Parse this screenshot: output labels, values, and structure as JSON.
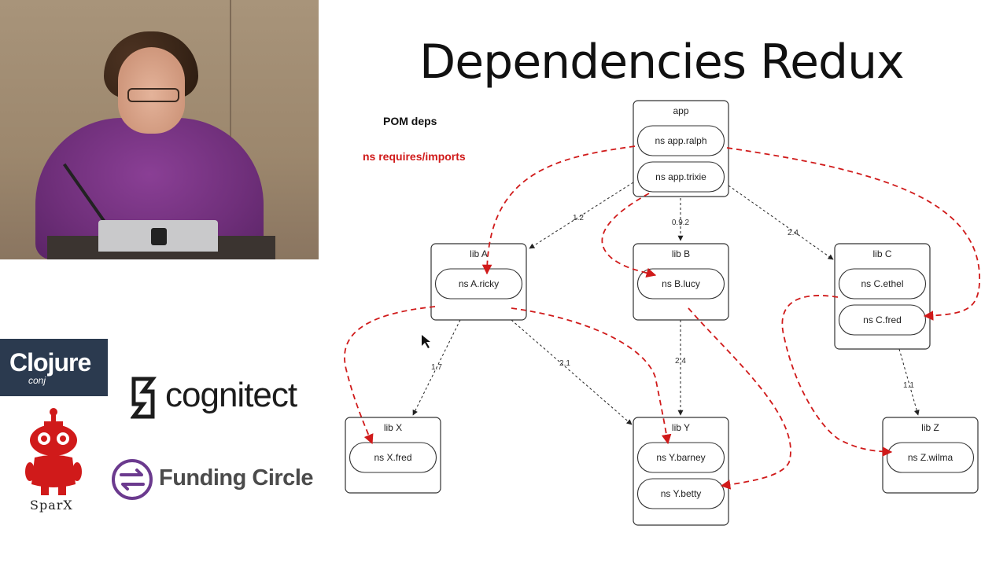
{
  "video": {
    "description_icon": "speaker-video-icon"
  },
  "sponsors": {
    "clojure_main": "Clojure",
    "clojure_sub": "conj",
    "cognitect": "cognitect",
    "sparx": "SparX",
    "funding_circle": "Funding Circle"
  },
  "slide": {
    "title": "Dependencies Redux",
    "legend_pom": "POM deps",
    "legend_ns": "ns requires/imports",
    "colors": {
      "pom_edge": "#222222",
      "ns_edge": "#d01a1a"
    }
  },
  "diagram": {
    "nodes": [
      {
        "id": "app",
        "title": "app",
        "namespaces": [
          "ns app.ralph",
          "ns app.trixie"
        ]
      },
      {
        "id": "libA",
        "title": "lib A",
        "namespaces": [
          "ns A.ricky"
        ]
      },
      {
        "id": "libB",
        "title": "lib B",
        "namespaces": [
          "ns B.lucy"
        ]
      },
      {
        "id": "libC",
        "title": "lib C",
        "namespaces": [
          "ns C.ethel",
          "ns C.fred"
        ]
      },
      {
        "id": "libX",
        "title": "lib X",
        "namespaces": [
          "ns X.fred"
        ]
      },
      {
        "id": "libY",
        "title": "lib Y",
        "namespaces": [
          "ns Y.barney",
          "ns Y.betty"
        ]
      },
      {
        "id": "libZ",
        "title": "lib Z",
        "namespaces": [
          "ns Z.wilma"
        ]
      }
    ],
    "pom_edges": [
      {
        "from": "app",
        "to": "libA",
        "version": "1.2"
      },
      {
        "from": "app",
        "to": "libB",
        "version": "0.9.2"
      },
      {
        "from": "app",
        "to": "libC",
        "version": "2.4"
      },
      {
        "from": "libA",
        "to": "libX",
        "version": "1.7"
      },
      {
        "from": "libA",
        "to": "libY",
        "version": "2.1"
      },
      {
        "from": "libB",
        "to": "libY",
        "version": "2.4"
      },
      {
        "from": "libC",
        "to": "libZ",
        "version": "1.1"
      }
    ],
    "ns_edges": [
      {
        "from": "ns app.ralph",
        "to": "ns A.ricky"
      },
      {
        "from": "ns app.ralph",
        "to": "ns C.fred"
      },
      {
        "from": "ns app.trixie",
        "to": "ns B.lucy"
      },
      {
        "from": "ns A.ricky",
        "to": "ns X.fred"
      },
      {
        "from": "ns A.ricky",
        "to": "ns Y.barney"
      },
      {
        "from": "ns B.lucy",
        "to": "ns Y.betty"
      },
      {
        "from": "ns C.ethel",
        "to": "ns Z.wilma"
      }
    ]
  }
}
